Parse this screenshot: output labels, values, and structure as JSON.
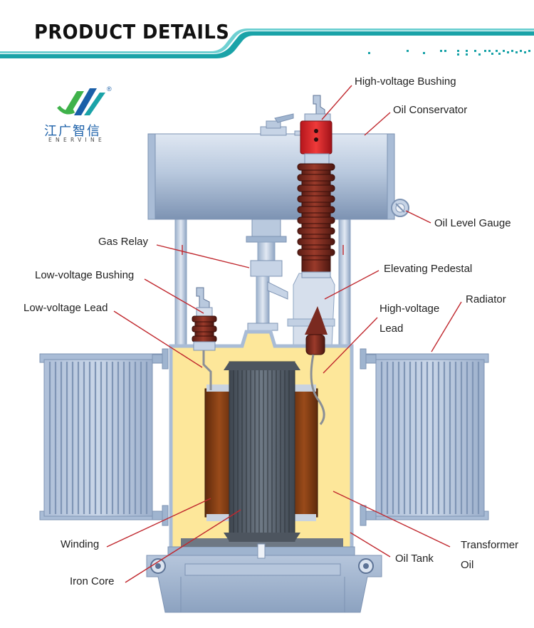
{
  "header": {
    "title": "PRODUCT DETAILS"
  },
  "logo": {
    "chinese": "江广智信",
    "english": "ENERVINE",
    "registered": "®"
  },
  "labels": {
    "hv_bushing": "High-voltage Bushing",
    "oil_conservator": "Oil Conservator",
    "oil_level_gauge": "Oil Level Gauge",
    "gas_relay": "Gas Relay",
    "lv_bushing": "Low-voltage Bushing",
    "elevating_pedestal": "Elevating Pedestal",
    "radiator": "Radiator",
    "lv_lead": "Low-voltage Lead",
    "hv_lead_1": "High-voltage",
    "hv_lead_2": "Lead",
    "winding": "Winding",
    "iron_core": "Iron Core",
    "oil_tank": "Oil Tank",
    "transformer_oil_1": "Transformer",
    "transformer_oil_2": "Oil"
  },
  "colors": {
    "leader_line": "#c0282e",
    "tank_oil": "#fde79a",
    "steel": "#9fb4cf",
    "porcelain": "#7a2a20",
    "winding": "#7b3a12",
    "core": "#5a6470",
    "accent_teal": "#1aa3a8",
    "logo_green": "#3fb24a",
    "logo_blue": "#1a5fa8"
  }
}
